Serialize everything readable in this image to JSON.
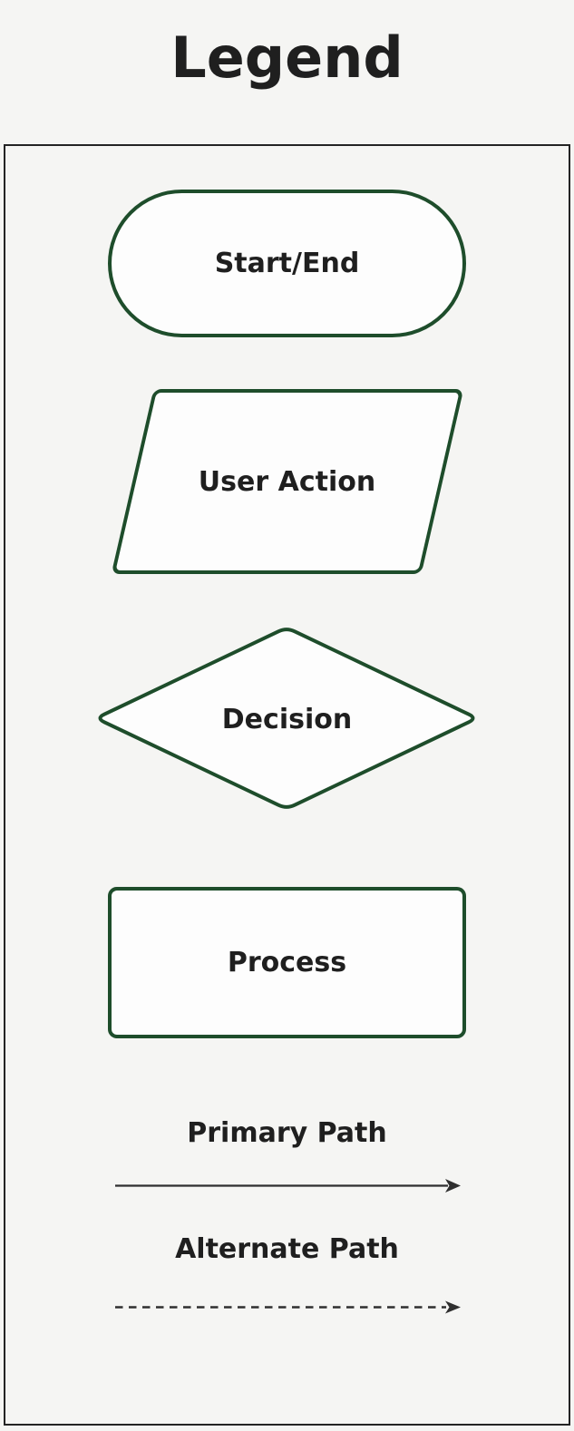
{
  "title": "Legend",
  "colors": {
    "background": "#f5f5f3",
    "shape_fill": "#fdfdfd",
    "shape_border_green": "#1e4d2b",
    "box_border": "#242424",
    "text": "#1f1f1f",
    "arrow": "#2f2f2f"
  },
  "legend": {
    "items": [
      {
        "shape": "stadium",
        "label": "Start/End"
      },
      {
        "shape": "parallelogram",
        "label": "User Action"
      },
      {
        "shape": "diamond",
        "label": "Decision"
      },
      {
        "shape": "rectangle",
        "label": "Process"
      }
    ],
    "connectors": [
      {
        "line_style": "solid",
        "label": "Primary Path"
      },
      {
        "line_style": "dashed",
        "label": "Alternate Path"
      }
    ]
  }
}
